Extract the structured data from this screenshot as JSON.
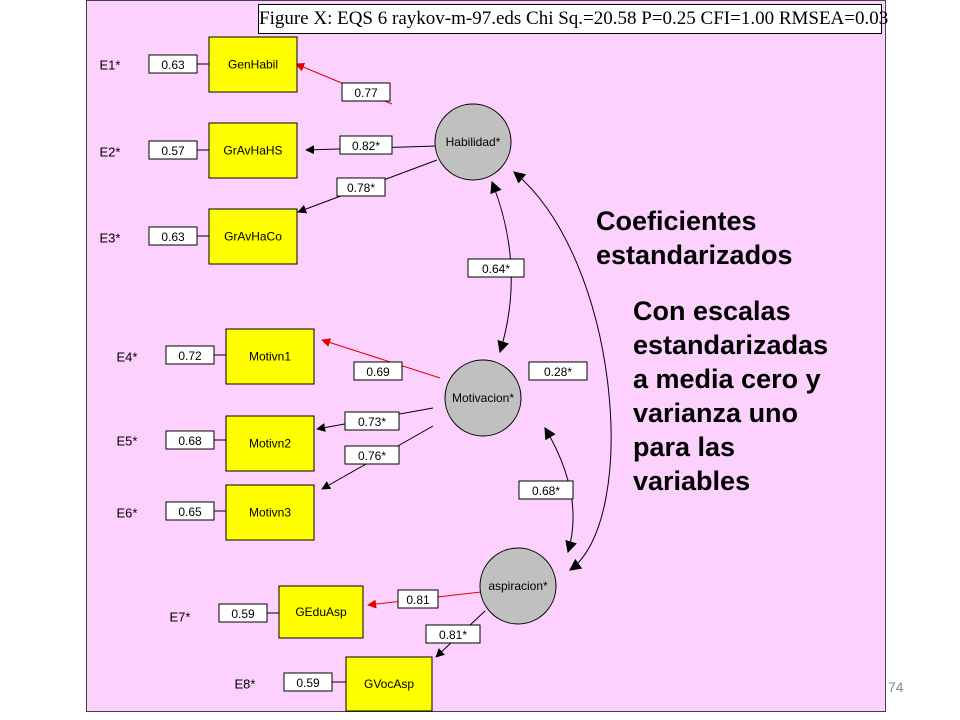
{
  "title": "Figure X: EQS 6 raykov-m-97.eds Chi Sq.=20.58 P=0.25 CFI=1.00 RMSEA=0.03",
  "heading_lines": [
    "Coeficientes",
    "estandarizados"
  ],
  "body_lines": [
    "Con escalas",
    "estandarizadas",
    "a media cero y",
    "varianza uno",
    "para las",
    "variables"
  ],
  "page_number": "74",
  "colors": {
    "background": "#fdd1fd",
    "indicator_fill": "#ffff00",
    "factor_fill": "#c0c0c0",
    "highlight_arrow": "#e00000"
  },
  "factors": [
    {
      "id": "habilidad",
      "label": "Habilidad*"
    },
    {
      "id": "motivacion",
      "label": "Motivacion*"
    },
    {
      "id": "aspiracion",
      "label": "aspiracion*"
    }
  ],
  "indicators": [
    {
      "id": "genhabil",
      "label": "GenHabil",
      "factor": "habilidad",
      "error_label": "E1*",
      "error_value": "0.63",
      "loading": "0.77",
      "highlight": true
    },
    {
      "id": "gravhahs",
      "label": "GrAvHaHS",
      "factor": "habilidad",
      "error_label": "E2*",
      "error_value": "0.57",
      "loading": "0.82*",
      "highlight": false
    },
    {
      "id": "gravhaco",
      "label": "GrAvHaCo",
      "factor": "habilidad",
      "error_label": "E3*",
      "error_value": "0.63",
      "loading": "0.78*",
      "highlight": false
    },
    {
      "id": "motivn1",
      "label": "Motivn1",
      "factor": "motivacion",
      "error_label": "E4*",
      "error_value": "0.72",
      "loading": "0.69",
      "highlight": true
    },
    {
      "id": "motivn2",
      "label": "Motivn2",
      "factor": "motivacion",
      "error_label": "E5*",
      "error_value": "0.68",
      "loading": "0.73*",
      "highlight": false
    },
    {
      "id": "motivn3",
      "label": "Motivn3",
      "factor": "motivacion",
      "error_label": "E6*",
      "error_value": "0.65",
      "loading": "0.76*",
      "highlight": false
    },
    {
      "id": "geduasp",
      "label": "GEduAsp",
      "factor": "aspiracion",
      "error_label": "E7*",
      "error_value": "0.59",
      "loading": "0.81",
      "highlight": true
    },
    {
      "id": "gvocasp",
      "label": "GVocAsp",
      "factor": "aspiracion",
      "error_label": "E8*",
      "error_value": "0.59",
      "loading": "0.81*",
      "highlight": false
    }
  ],
  "correlations": [
    {
      "from": "habilidad",
      "to": "motivacion",
      "value": "0.64*"
    },
    {
      "from": "motivacion",
      "to": "aspiracion",
      "value": "0.68*"
    },
    {
      "from": "habilidad",
      "to": "aspiracion",
      "value": "0.28*"
    }
  ]
}
